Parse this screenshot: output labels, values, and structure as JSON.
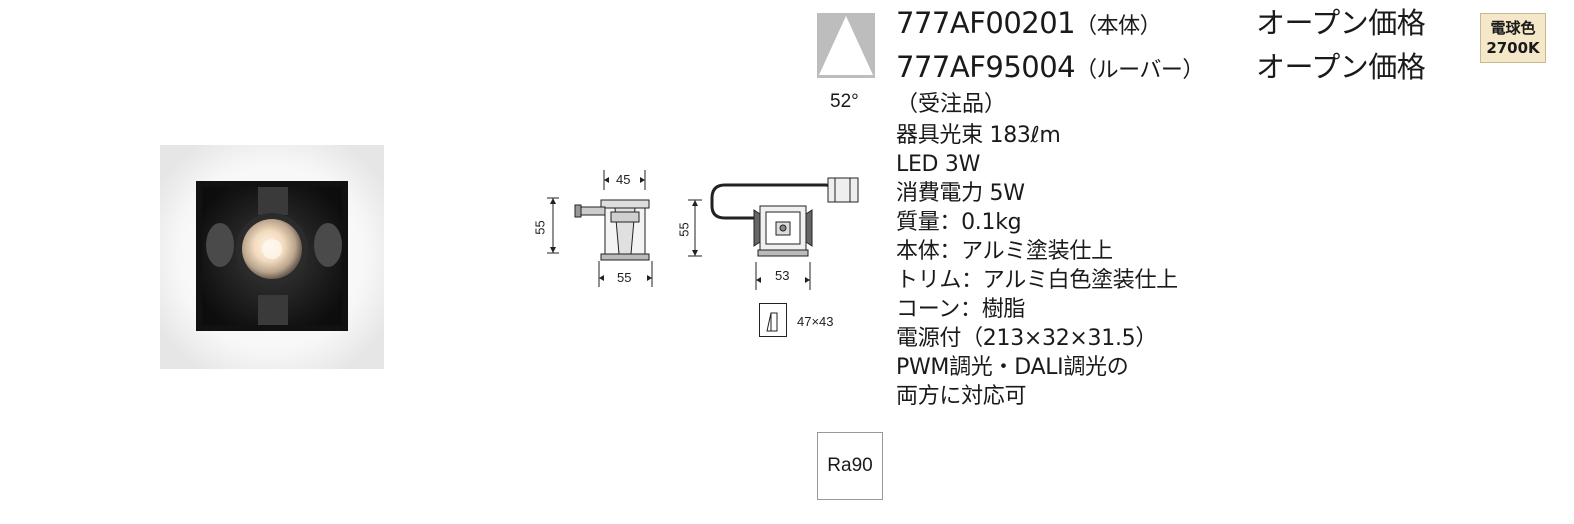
{
  "product": {
    "lines": [
      {
        "model": "777AF00201",
        "suffix": "（本体）",
        "price": "オープン価格"
      },
      {
        "model": "777AF95004",
        "suffix": "（ルーバー）",
        "price": "オープン価格"
      }
    ],
    "order_note": "（受注品）"
  },
  "beam": {
    "angle": "52°"
  },
  "color_badge": {
    "line1": "電球色",
    "line2": "2700K"
  },
  "specs": [
    "器具光束 183ℓm",
    "LED 3W",
    "消費電力 5W",
    "質量：0.1kg",
    "本体：アルミ塗装仕上",
    "トリム：アルミ白色塗装仕上",
    "コーン：樹脂",
    "電源付（213×32×31.5）",
    "PWM調光・DALI調光の",
    "両方に対応可"
  ],
  "dimensions": {
    "top_width": "45",
    "left_height": "55",
    "bottom_width": "55",
    "side_height": "55",
    "side_width": "53",
    "cutout": "47×43"
  },
  "ra_badge": "Ra90",
  "colors": {
    "badge_bg": "#f4e8c8",
    "beam_gray": "#bdbdbd"
  }
}
